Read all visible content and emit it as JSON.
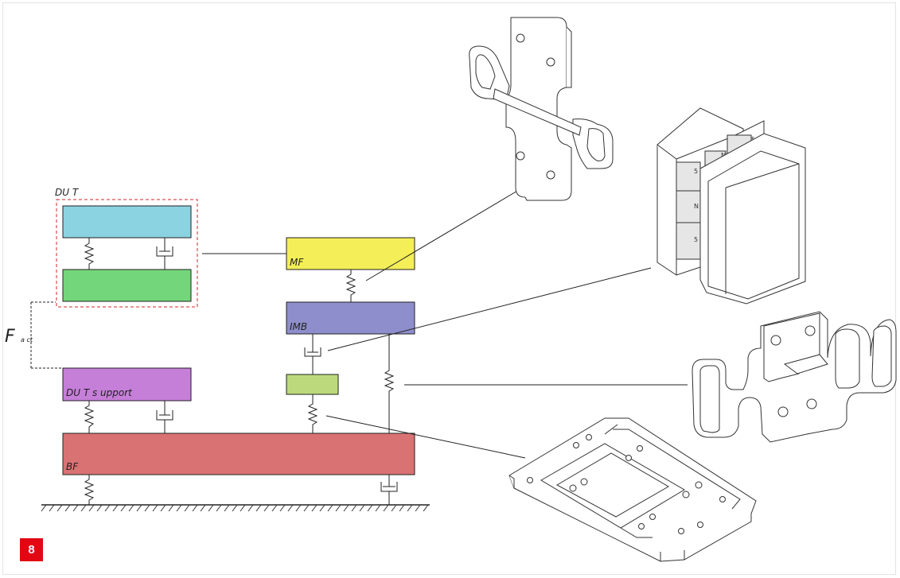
{
  "figure_number": "8",
  "labels": {
    "dut": "DU T",
    "mf": "MF",
    "imb": "IMB",
    "dut_support": "DU T s upport",
    "bf": "BF",
    "force_main": "F",
    "force_sub": "a ct"
  },
  "colors": {
    "dut_top": "#8cd3e1",
    "dut_bottom": "#74d67b",
    "mf": "#f4ee58",
    "imb": "#8f8ecc",
    "small_mass": "#bcda7b",
    "dut_support": "#c67fd9",
    "bf": "#d97273",
    "dut_outline": "#d0242b",
    "badge": "#e30613"
  }
}
